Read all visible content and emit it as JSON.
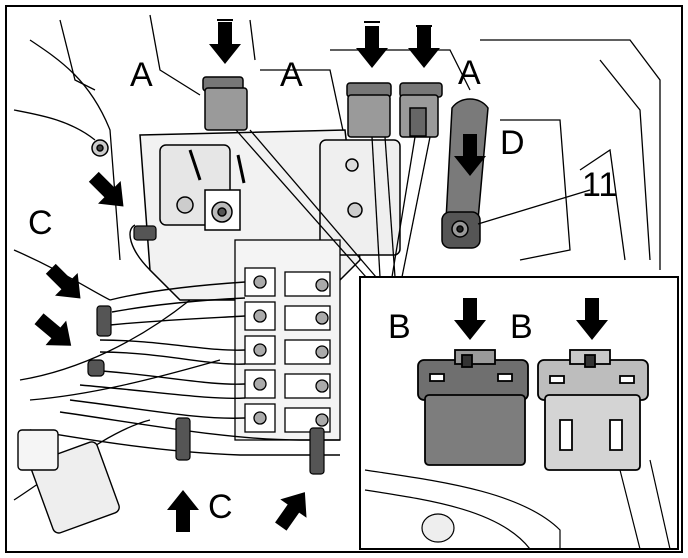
{
  "figure": {
    "callouts": {
      "a1": "A",
      "a2": "A",
      "a3": "A",
      "b1": "B",
      "b2": "B",
      "c1": "C",
      "c2": "C",
      "d": "D",
      "num": "11"
    }
  },
  "colors": {
    "ink": "#000000",
    "paper": "#ffffff",
    "component_gray": "#8c8c8c",
    "dark_gray": "#4d4d4d",
    "light_gray": "#cfcfcf"
  },
  "icons": [
    "arrow-down-icon",
    "arrow-up-icon",
    "arrow-diagonal-icon"
  ]
}
